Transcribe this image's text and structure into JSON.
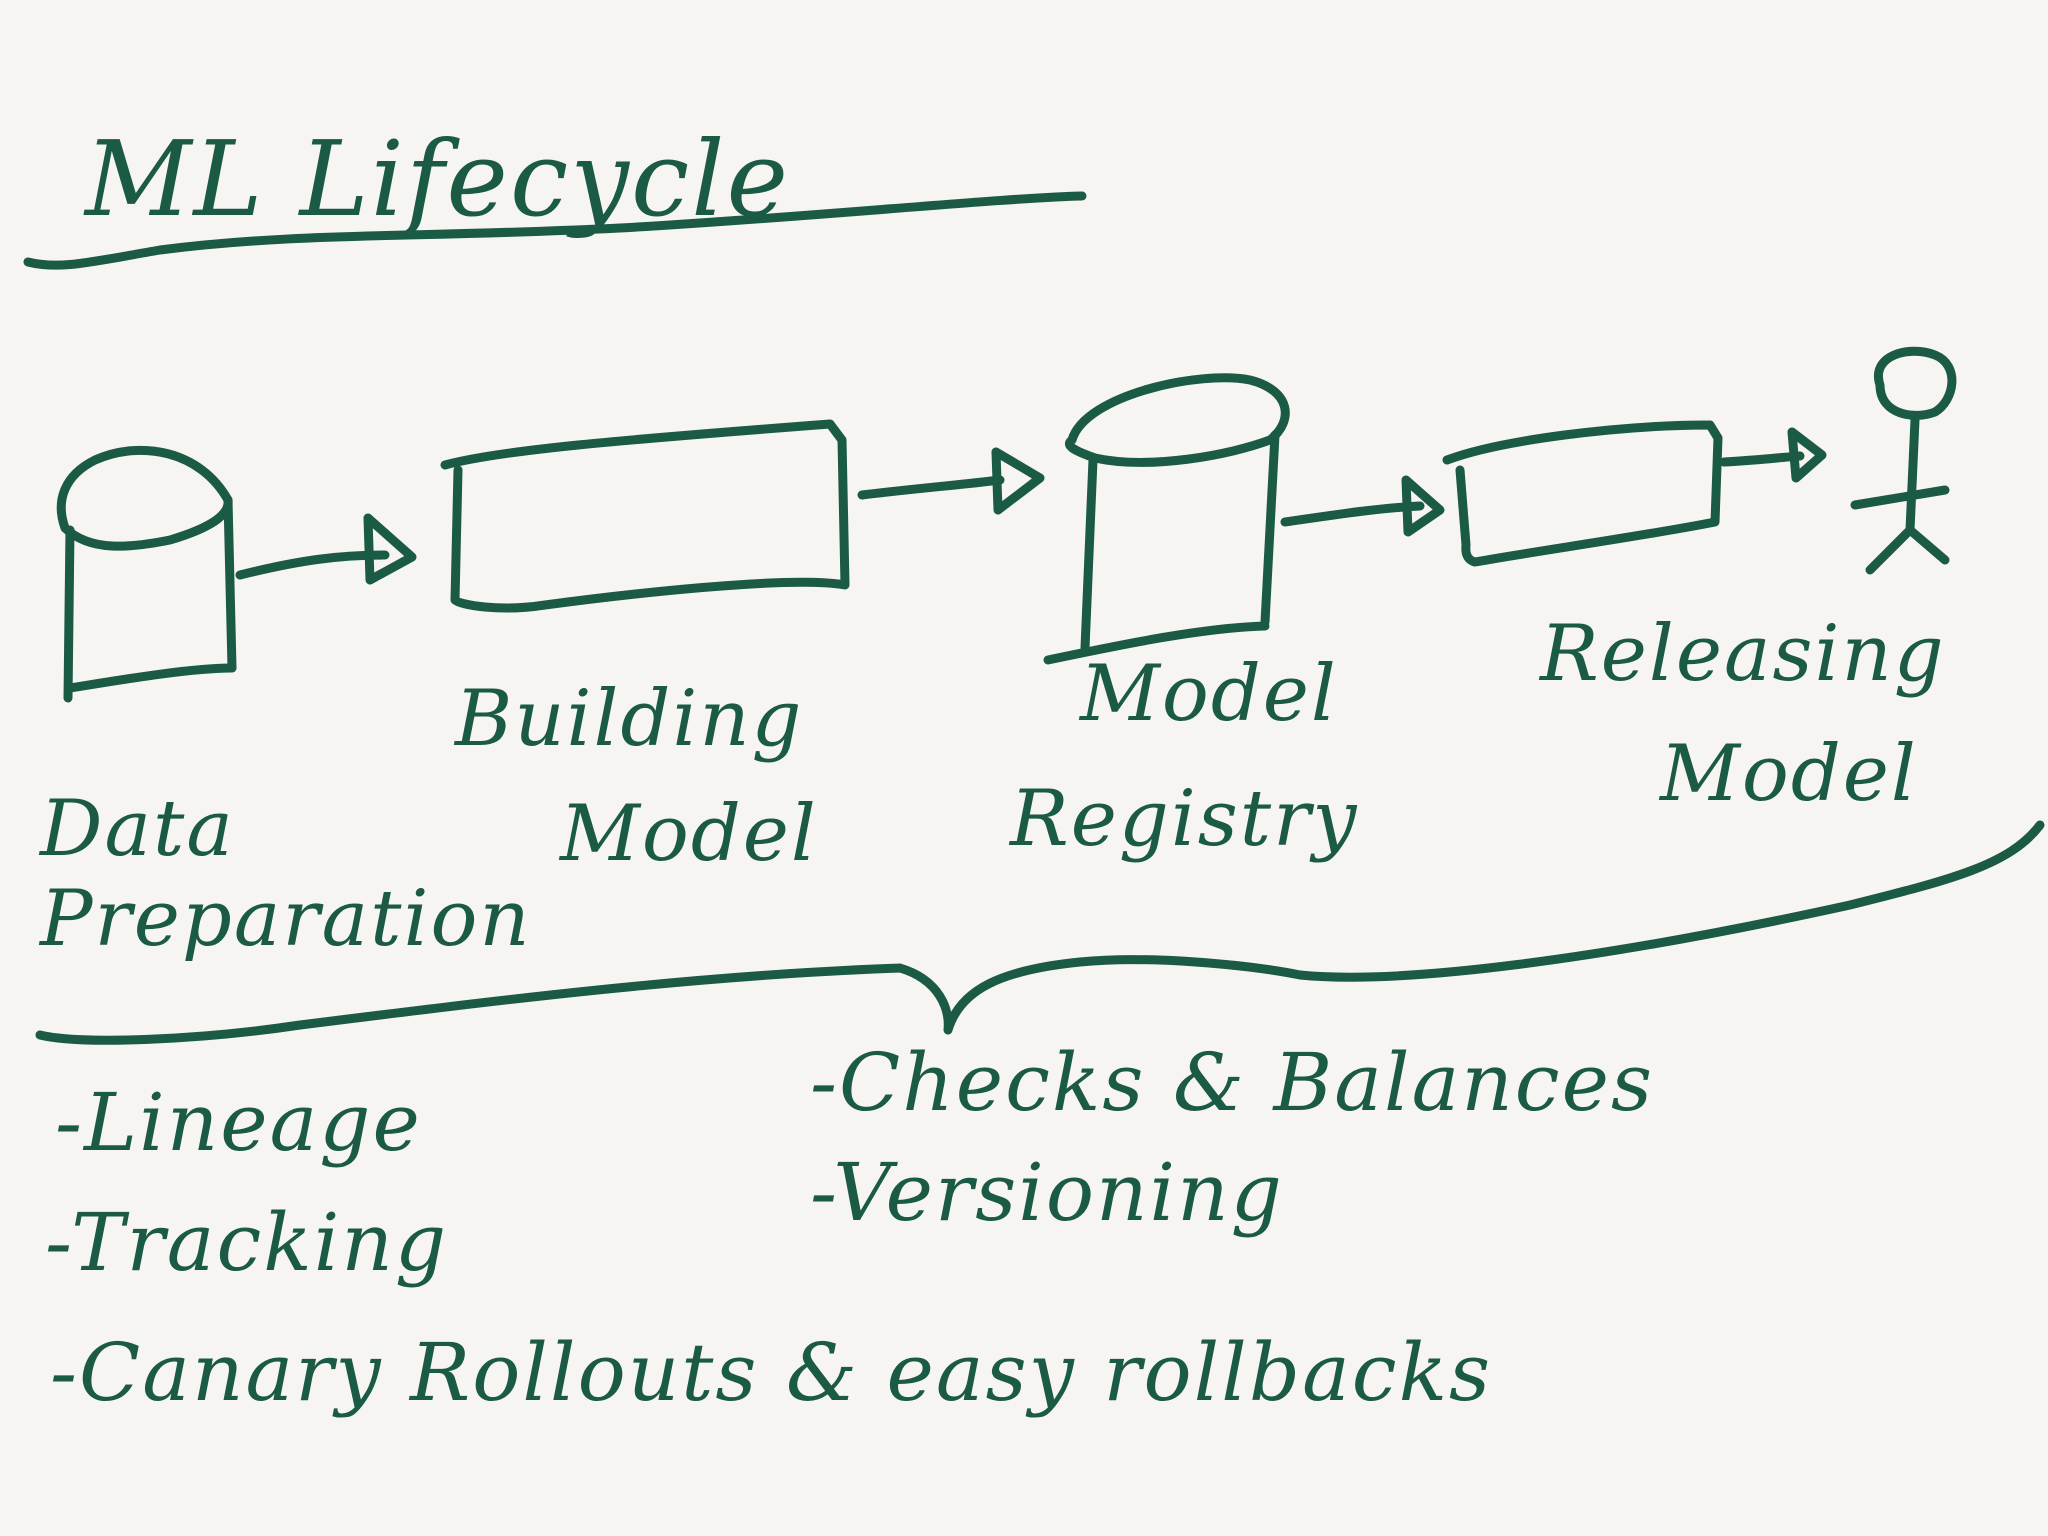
{
  "title": "ML Lifecycle",
  "stages": [
    {
      "id": "data-preparation",
      "shape": "cylinder",
      "lines": [
        "Data",
        "Preparation"
      ]
    },
    {
      "id": "building-model",
      "shape": "rectangle",
      "lines": [
        "Building",
        "Model"
      ]
    },
    {
      "id": "model-registry",
      "shape": "cylinder",
      "lines": [
        "Model",
        "Registry"
      ]
    },
    {
      "id": "releasing-model",
      "shape": "rectangle",
      "lines": [
        "Releasing",
        "Model"
      ]
    },
    {
      "id": "release-target",
      "shape": "stick-figure",
      "lines": []
    }
  ],
  "bullets_left": [
    "-Lineage",
    "-Tracking",
    "-Canary Rollouts & easy rollbacks"
  ],
  "bullets_right": [
    "-Checks & Balances",
    "-Versioning"
  ],
  "colors": {
    "ink": "#1b5a45",
    "paper": "#f6f5f1"
  }
}
